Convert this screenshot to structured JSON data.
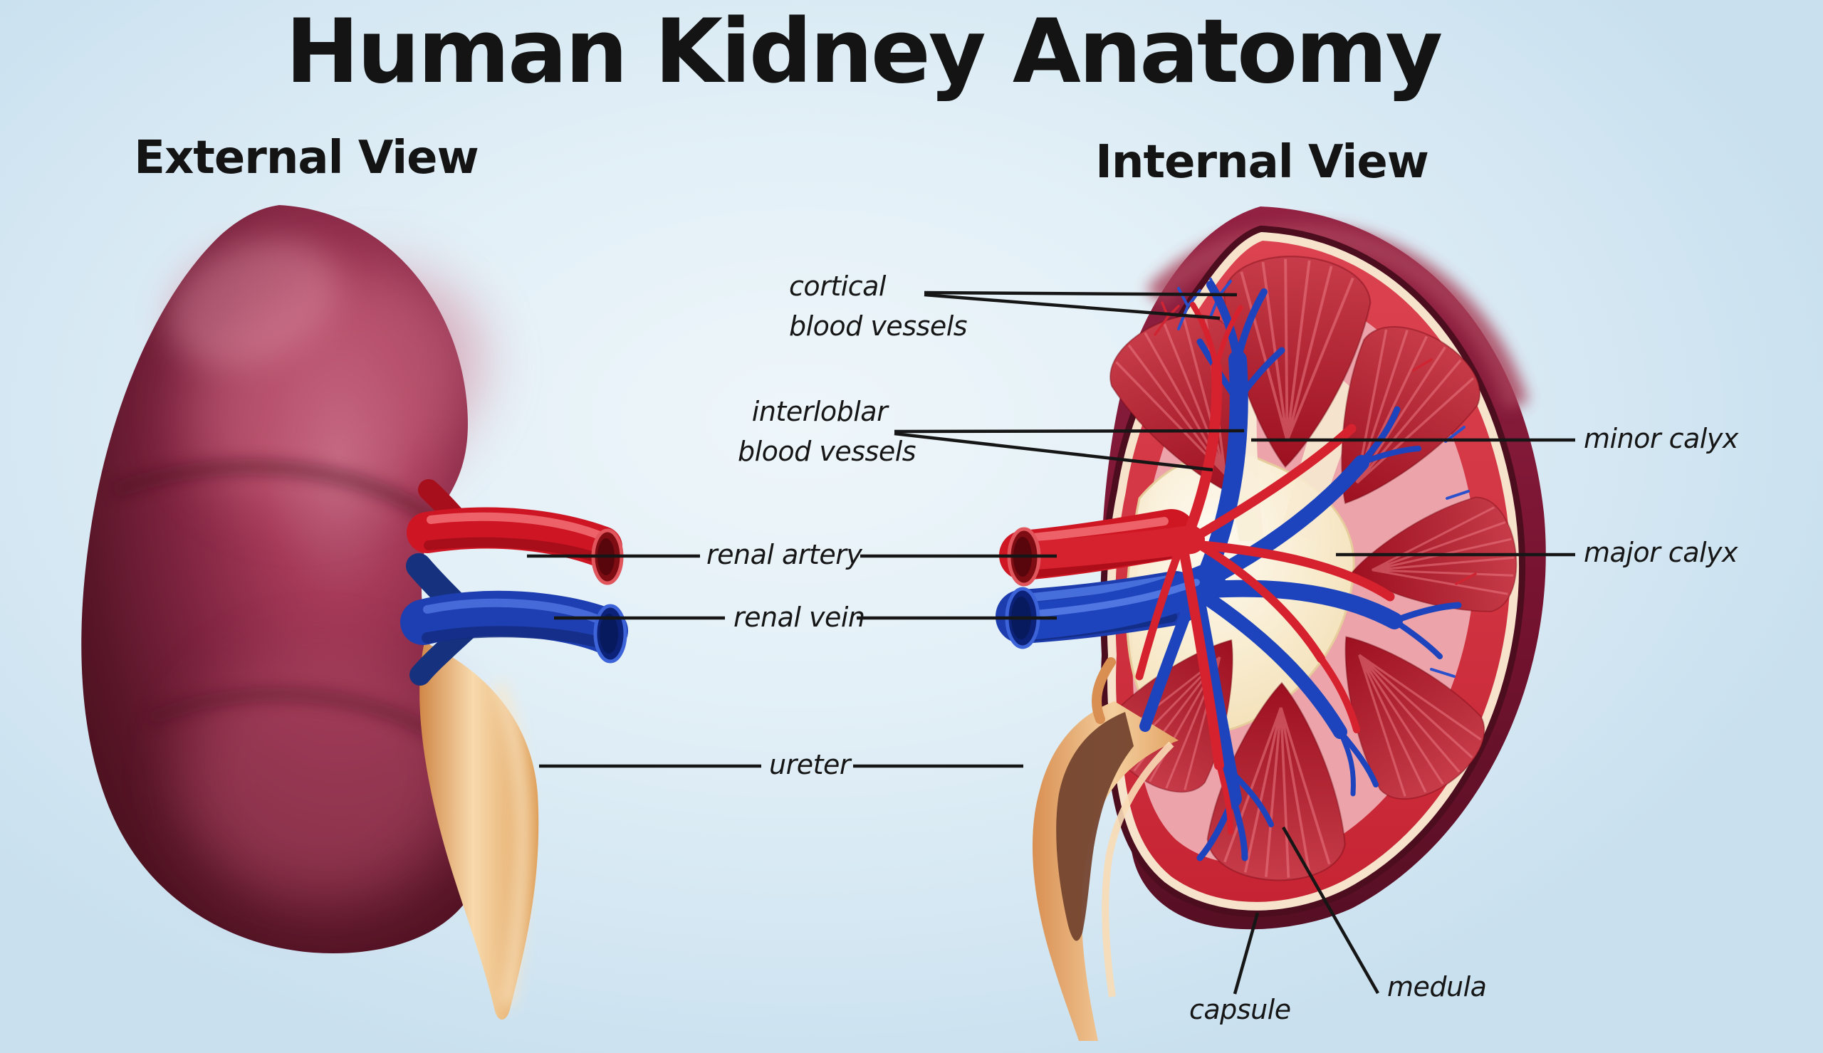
{
  "title": "Human Kidney Anatomy",
  "sections": {
    "external_heading": "External View",
    "internal_heading": "Internal View"
  },
  "labels": {
    "cortical_line1": "cortical",
    "cortical_line2": "blood vessels",
    "interlobar_line1": "interloblar",
    "interlobar_line2": "blood vessels",
    "renal_artery": "renal artery",
    "renal_vein": "renal vein",
    "ureter": "ureter",
    "minor_calyx": "minor calyx",
    "major_calyx": "major calyx",
    "capsule": "capsule",
    "medulla": "medula"
  },
  "palette": {
    "background_blue": "#d6e8f3",
    "kidney_dark_maroon": "#5a1426",
    "kidney_highlight_pink": "#c06781",
    "capsule_ring": "#7c1530",
    "cortex_red": "#d2303e",
    "inner_pink": "#eca4aa",
    "pyramid_red": "#a81322",
    "pelvis_cream": "#f5e3b2",
    "artery_red": "#cf1724",
    "vein_blue": "#1d3cae",
    "ureter_tan": "#e8a561",
    "leader_line": "#161616",
    "text_color": "#141414"
  }
}
